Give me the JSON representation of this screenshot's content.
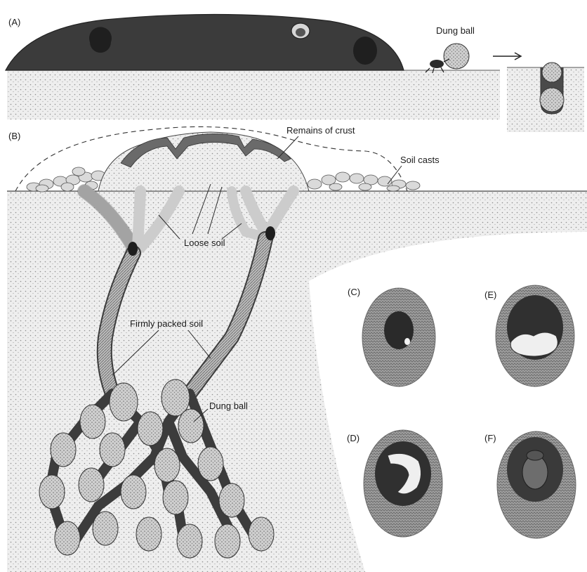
{
  "panels": {
    "a": "(A)",
    "b": "(B)",
    "c": "(C)",
    "d": "(D)",
    "e": "(E)",
    "f": "(F)"
  },
  "labels": {
    "dung_ball_top": "Dung ball",
    "remains_of_crust": "Remains of crust",
    "soil_casts": "Soil casts",
    "loose_soil": "Loose soil",
    "firmly_packed_soil": "Firmly packed soil",
    "dung_ball_tunnel": "Dung ball"
  },
  "colors": {
    "dung_dark": "#3b3b3b",
    "soil_light": "#d9d9d9",
    "cell_wall": "#8a8a8a",
    "ink": "#1b1b1b"
  }
}
